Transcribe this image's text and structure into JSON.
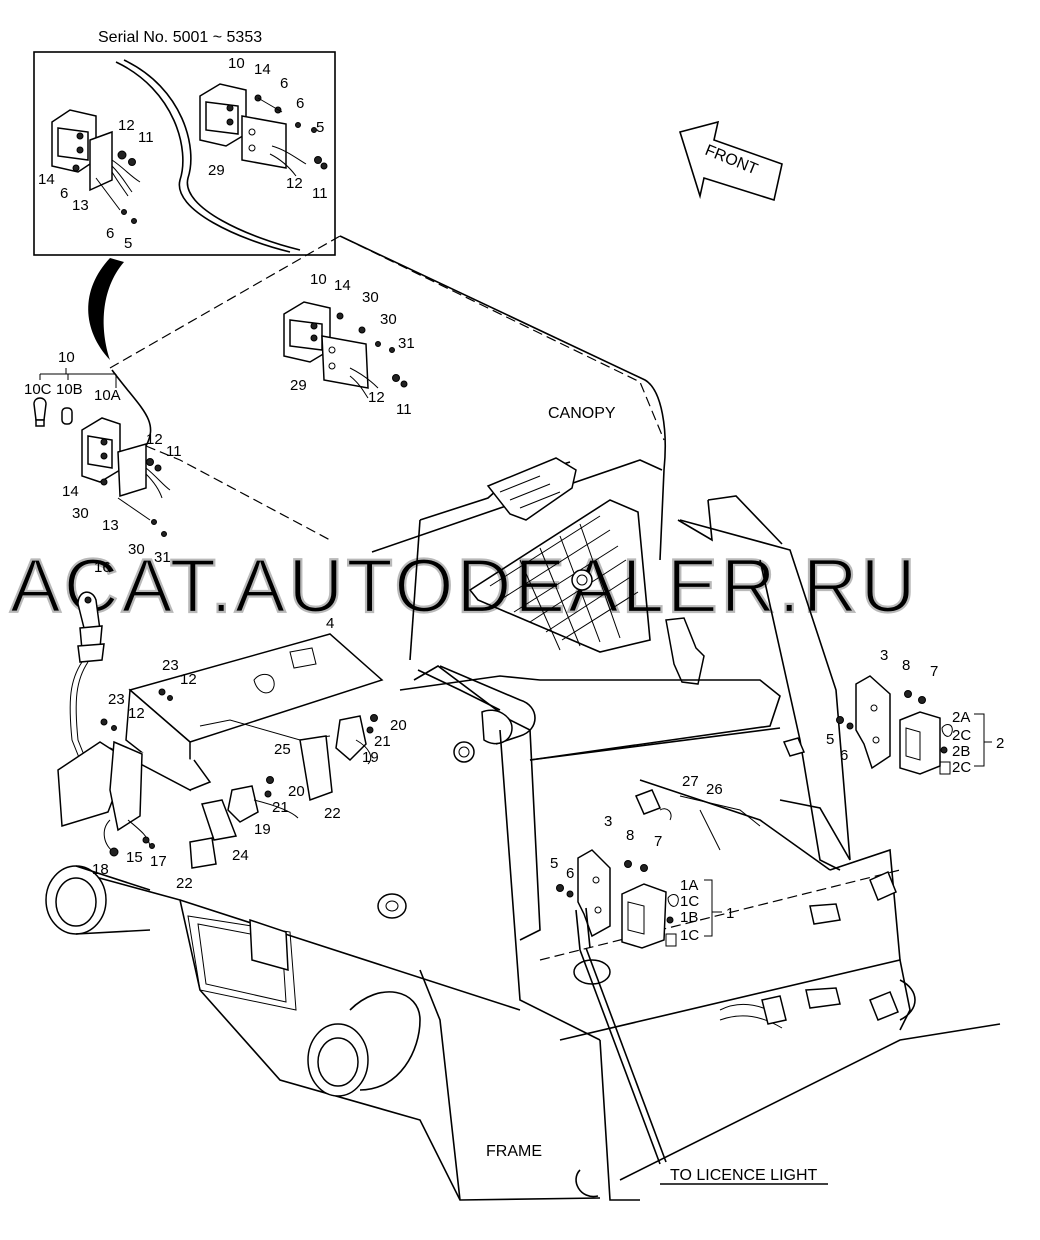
{
  "header": {
    "serial": "Serial No. 5001 ~ 5353"
  },
  "arrow_label": "FRONT",
  "area_labels": {
    "canopy": "CANOPY",
    "frame": "FRAME",
    "licence": "TO LICENCE LIGHT"
  },
  "watermark": "ACAT.AUTODEALER.RU",
  "callouts": {
    "inset": [
      "10",
      "14",
      "6",
      "6",
      "5",
      "12",
      "11",
      "14",
      "6",
      "13",
      "6",
      "5",
      "29",
      "12",
      "11"
    ],
    "canopy_lamp": [
      "10",
      "14",
      "30",
      "30",
      "31",
      "29",
      "12",
      "11"
    ],
    "left_lamp": [
      "10",
      "10C",
      "10B",
      "10A",
      "12",
      "11",
      "14",
      "30",
      "13",
      "30",
      "31"
    ],
    "joystick": [
      "16",
      "4",
      "23",
      "12",
      "23",
      "12",
      "25",
      "20",
      "21",
      "19",
      "22",
      "20",
      "21",
      "19",
      "24",
      "22",
      "18",
      "15",
      "17"
    ],
    "right_upper": [
      "3",
      "8",
      "7",
      "5",
      "6",
      "2A",
      "2C",
      "2B",
      "2C",
      "2",
      "27",
      "26"
    ],
    "right_lower": [
      "3",
      "8",
      "7",
      "5",
      "6",
      "1A",
      "1C",
      "1B",
      "1C",
      "1"
    ]
  }
}
